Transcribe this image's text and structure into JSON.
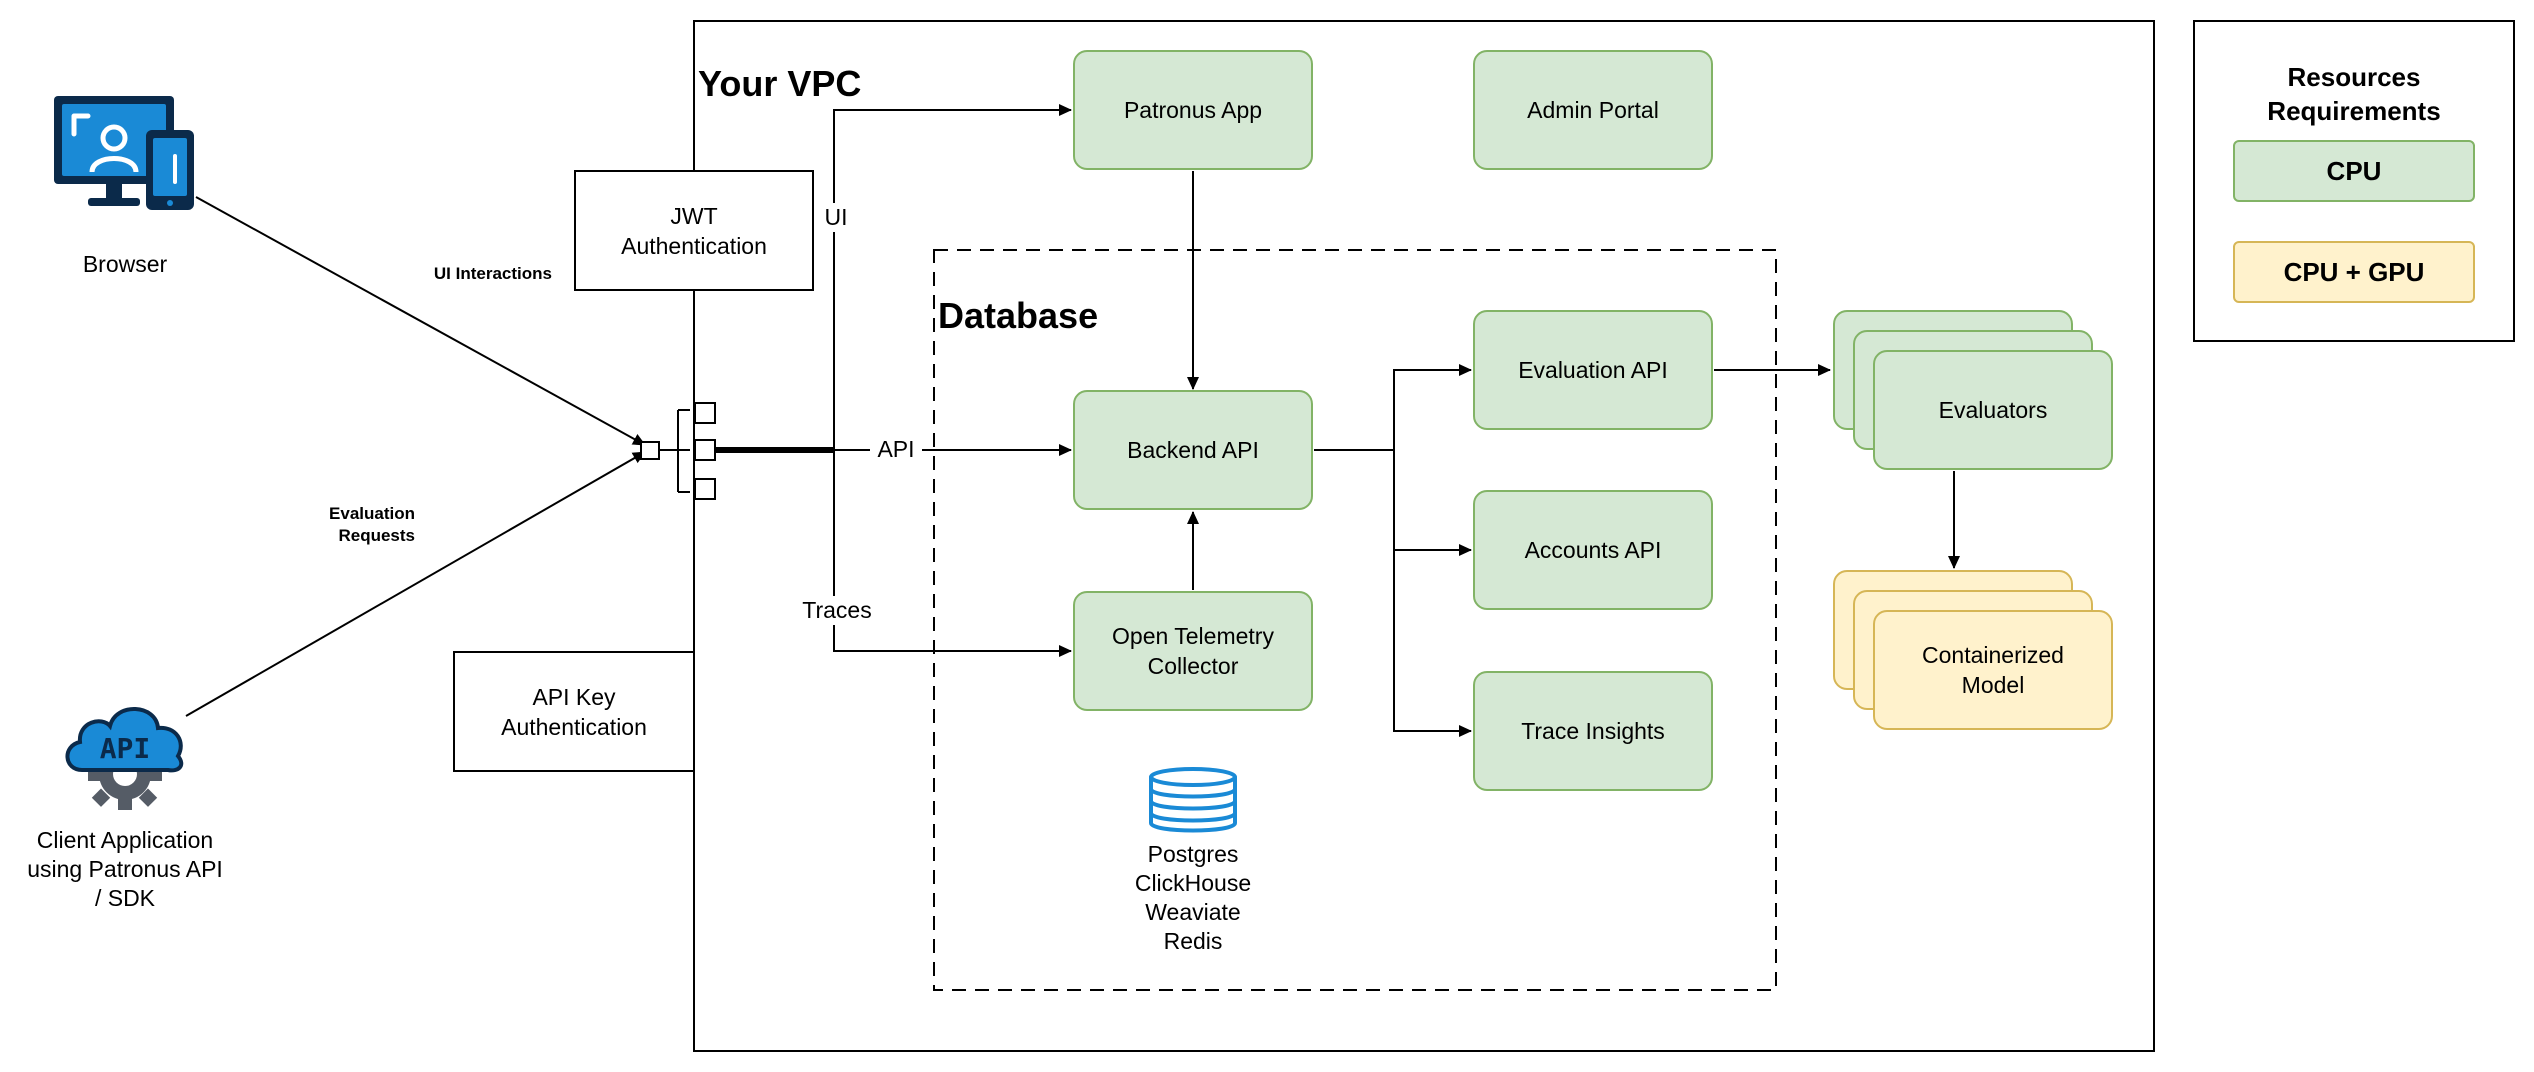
{
  "vpc": {
    "title": "Your VPC"
  },
  "database": {
    "title": "Database",
    "stores_label": "Postgres\nClickHouse\nWeaviate\nRedis"
  },
  "clients": {
    "browser_label": "Browser",
    "client_app_label": "Client Application\nusing Patronus API\n/ SDK"
  },
  "auth": {
    "jwt_label": "JWT\nAuthentication",
    "api_key_label": "API Key\nAuthentication"
  },
  "services": {
    "patronus_app": "Patronus App",
    "admin_portal": "Admin Portal",
    "backend_api": "Backend API",
    "otel_collector": "Open Telemetry\nCollector",
    "evaluation_api": "Evaluation API",
    "accounts_api": "Accounts API",
    "trace_insights": "Trace Insights",
    "evaluators": "Evaluators",
    "containerized_model": "Containerized\nModel"
  },
  "edges": {
    "ui_interactions": "UI Interactions",
    "evaluation_requests": "Evaluation\nRequests",
    "ui": "UI",
    "api": "API",
    "traces": "Traces"
  },
  "legend": {
    "title": "Resources\nRequirements",
    "cpu": "CPU",
    "cpu_gpu": "CPU + GPU"
  },
  "colors": {
    "cpu_fill": "#d5e8d4",
    "cpu_stroke": "#82b366",
    "gpu_fill": "#fff2cc",
    "gpu_stroke": "#d6b656",
    "icon_blue": "#1a8ad6",
    "icon_dark": "#0b2a4a"
  },
  "icons": {
    "browser": "browser-user-devices-icon",
    "client": "api-cloud-gear-icon",
    "database": "database-stack-icon",
    "gateway": "gateway-port-icon"
  }
}
